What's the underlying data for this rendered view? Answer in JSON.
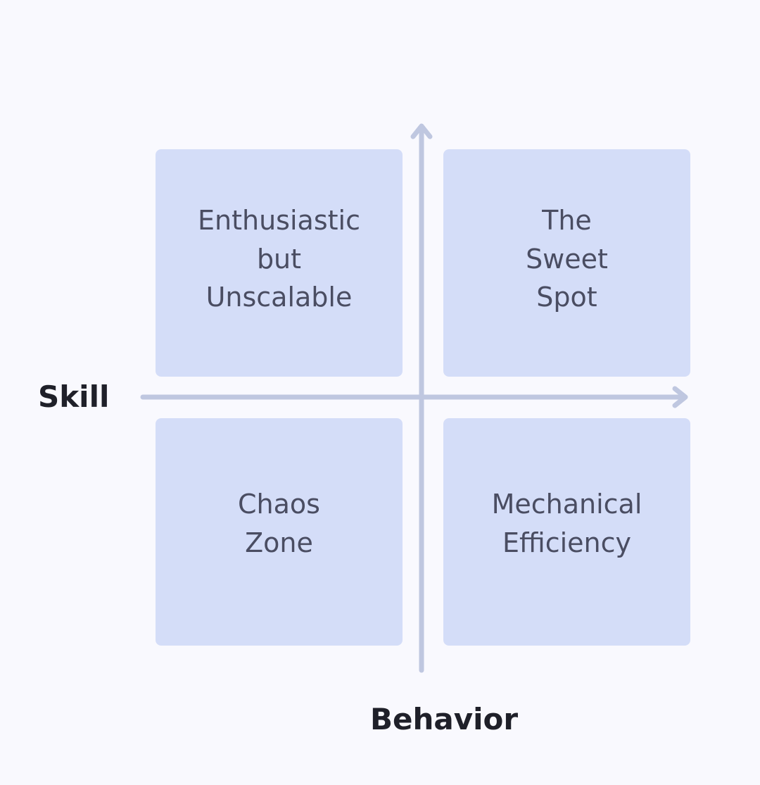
{
  "axes": {
    "x_label": "Skill",
    "y_label": "Behavior"
  },
  "colors": {
    "background": "#f9f9fe",
    "quadrant_fill": "#d4ddf8",
    "axis": "#bfc7e0",
    "quadrant_text": "#4a4d62",
    "axis_label_text": "#1f2029"
  },
  "quadrants": {
    "top_left": {
      "lines": [
        "Enthusiastic",
        "but",
        "Unscalable"
      ]
    },
    "top_right": {
      "lines": [
        "The",
        "Sweet",
        "Spot"
      ]
    },
    "bottom_left": {
      "lines": [
        "Chaos",
        "Zone"
      ]
    },
    "bottom_right": {
      "lines": [
        "Mechanical",
        "Efficiency"
      ]
    }
  }
}
